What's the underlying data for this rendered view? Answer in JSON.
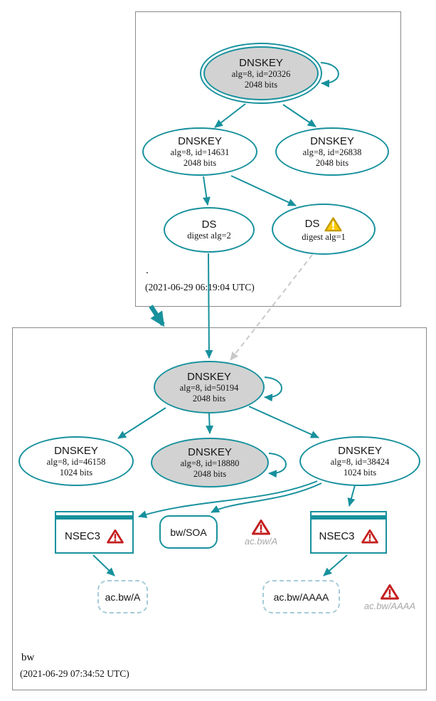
{
  "colors": {
    "edge_teal": "#17919d",
    "node_fill_gray": "#d2d2d2",
    "cluster_border_gray": "#8a8a8a",
    "dashed_edge_gray": "#c9c9c9",
    "dashed_node_border": "#a5ccd7",
    "error_red": "#c41e1e",
    "warning_yellow": "#fdcb01",
    "warning_border": "#c39a02",
    "muted_label_gray": "#a8a8a8"
  },
  "icons": {
    "warning": "warning-triangle-icon",
    "error": "error-triangle-icon"
  },
  "zones": {
    "root": {
      "label": ".",
      "timestamp": "(2021-06-29 06:19:04 UTC)",
      "nodes": {
        "ksk20326": {
          "type": "DNSKEY",
          "detail1": "alg=8, id=20326",
          "detail2": "2048 bits"
        },
        "zsk14631": {
          "type": "DNSKEY",
          "detail1": "alg=8, id=14631",
          "detail2": "2048 bits"
        },
        "zsk26838": {
          "type": "DNSKEY",
          "detail1": "alg=8, id=26838",
          "detail2": "2048 bits"
        },
        "ds_alg2": {
          "type": "DS",
          "detail1": "digest alg=2"
        },
        "ds_alg1": {
          "type": "DS",
          "detail1": "digest alg=1"
        }
      }
    },
    "bw": {
      "label": "bw",
      "timestamp": "(2021-06-29 07:34:52 UTC)",
      "nodes": {
        "ksk50194": {
          "type": "DNSKEY",
          "detail1": "alg=8, id=50194",
          "detail2": "2048 bits"
        },
        "zsk46158": {
          "type": "DNSKEY",
          "detail1": "alg=8, id=46158",
          "detail2": "1024 bits"
        },
        "zsk18880": {
          "type": "DNSKEY",
          "detail1": "alg=8, id=18880",
          "detail2": "2048 bits"
        },
        "zsk38424": {
          "type": "DNSKEY",
          "detail1": "alg=8, id=38424",
          "detail2": "1024 bits"
        },
        "nsec3_left": {
          "type": "NSEC3"
        },
        "nsec3_right": {
          "type": "NSEC3"
        },
        "soa": {
          "label": "bw/SOA"
        },
        "rrset_a": {
          "label": "ac.bw/A"
        },
        "rrset_aaaa": {
          "label": "ac.bw/AAAA"
        },
        "error_a": {
          "label": "ac.bw/A"
        },
        "error_aaaa": {
          "label": "ac.bw/AAAA"
        }
      }
    }
  }
}
